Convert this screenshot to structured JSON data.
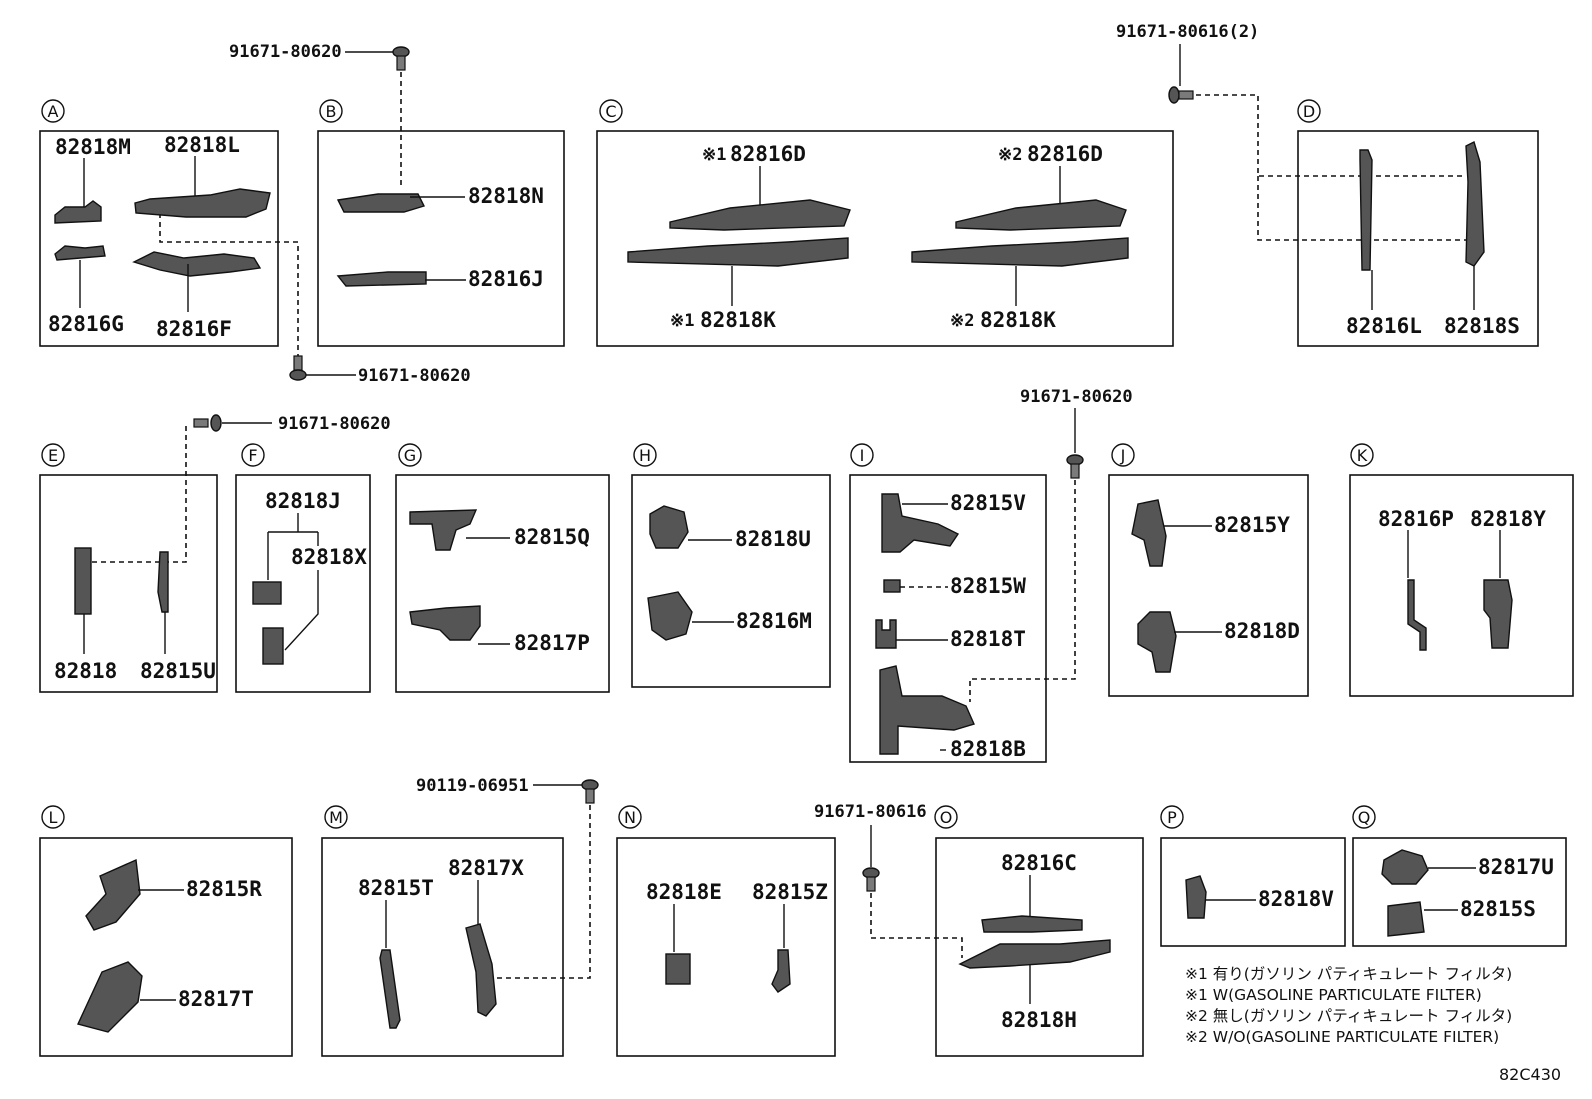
{
  "sections": [
    "A",
    "B",
    "C",
    "D",
    "E",
    "F",
    "G",
    "H",
    "I",
    "J",
    "K",
    "L",
    "M",
    "N",
    "O",
    "P",
    "Q"
  ],
  "bolts": {
    "b1": "91671-80620",
    "b2": "91671-80620",
    "b3": "91671-80616(2)",
    "b4": "91671-80620",
    "b5": "91671-80620",
    "b6": "90119-06951",
    "b7": "91671-80616"
  },
  "parts": {
    "a_m": "82818M",
    "a_l": "82818L",
    "a_g": "82816G",
    "a_f": "82816F",
    "b_n": "82818N",
    "b_j": "82816J",
    "c_d1": "82816D",
    "c_d2": "82816D",
    "c_k1": "82818K",
    "c_k2": "82818K",
    "c_m1": "※1",
    "c_m2": "※2",
    "c_m3": "※1",
    "c_m4": "※2",
    "d_l": "82816L",
    "d_s": "82818S",
    "e_a": "82818",
    "e_u": "82815U",
    "f_j": "82818J",
    "f_x": "82818X",
    "g_q": "82815Q",
    "g_p": "82817P",
    "h_u": "82818U",
    "h_m": "82816M",
    "i_v": "82815V",
    "i_w": "82815W",
    "i_t": "82818T",
    "i_b": "82818B",
    "j_y": "82815Y",
    "j_d": "82818D",
    "k_p": "82816P",
    "k_y": "82818Y",
    "l_r": "82815R",
    "l_t": "82817T",
    "m_t": "82815T",
    "m_x": "82817X",
    "n_e": "82818E",
    "n_z": "82815Z",
    "o_c": "82816C",
    "o_h": "82818H",
    "p_v": "82818V",
    "q_u": "82817U",
    "q_s": "82815S"
  },
  "notes": [
    "※1 有り(ガソリン パティキュレート フィルタ)",
    "※1 W(GASOLINE PARTICULATE FILTER)",
    "※2 無し(ガソリン パティキュレート フィルタ)",
    "※2 W/O(GASOLINE PARTICULATE FILTER)"
  ],
  "diagram_code": "82C430"
}
